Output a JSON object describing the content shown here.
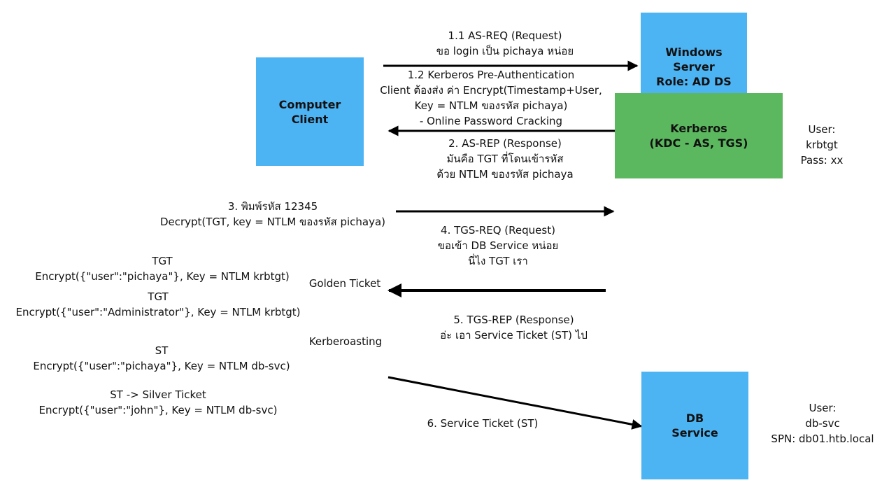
{
  "boxes": {
    "computer_client": [
      "Computer",
      "Client"
    ],
    "windows_server": [
      "Windows",
      "Server",
      "Role: AD DS"
    ],
    "kerberos": [
      "Kerberos",
      "(KDC - AS, TGS)"
    ],
    "db_service": [
      "DB",
      "Service"
    ]
  },
  "side_info": {
    "krbtgt": [
      "User:",
      "krbtgt",
      "Pass: xx"
    ],
    "db_svc": [
      "User:",
      "db-svc",
      "SPN: db01.htb.local"
    ]
  },
  "steps": {
    "as_req": [
      "1.1 AS-REQ (Request)",
      "ขอ login เป็น pichaya หน่อย"
    ],
    "pre_auth": [
      "1.2 Kerberos Pre-Authentication",
      "Client ต้องส่ง ค่า Encrypt(Timestamp+User,",
      "Key = NTLM ของรหัส pichaya)",
      "- Online Password Cracking"
    ],
    "as_rep": [
      "2. AS-REP (Response)",
      "มันคือ TGT ที่โดนเข้ารหัส",
      "ด้วย NTLM ของรหัส pichaya"
    ],
    "decrypt": [
      "3. พิมพ์รหัส 12345",
      "Decrypt(TGT, key = NTLM ของรหัส pichaya)"
    ],
    "tgs_req": [
      "4. TGS-REQ (Request)",
      "ขอเข้า DB Service หน่อย",
      "นี่ไง TGT เรา"
    ],
    "tgs_rep": [
      "5. TGS-REP (Response)",
      "อ่ะ เอา Service Ticket (ST) ไป"
    ],
    "service_ticket": "6. Service Ticket (ST)"
  },
  "notes": {
    "tgt_user": [
      "TGT",
      "Encrypt({\"user\":\"pichaya\"}, Key = NTLM krbtgt)"
    ],
    "tgt_admin": [
      "TGT",
      "Encrypt({\"user\":\"Administrator\"}, Key = NTLM krbtgt)"
    ],
    "golden_ticket": "Golden Ticket",
    "kerberoasting": "Kerberoasting",
    "st_user": [
      "ST",
      "Encrypt({\"user\":\"pichaya\"}, Key = NTLM db-svc)"
    ],
    "silver_ticket": [
      "ST -> Silver Ticket",
      "Encrypt({\"user\":\"john\"}, Key = NTLM db-svc)"
    ]
  },
  "colors": {
    "box_blue": "#4db4f4",
    "box_green": "#5cb85f",
    "arrow": "#000000"
  }
}
